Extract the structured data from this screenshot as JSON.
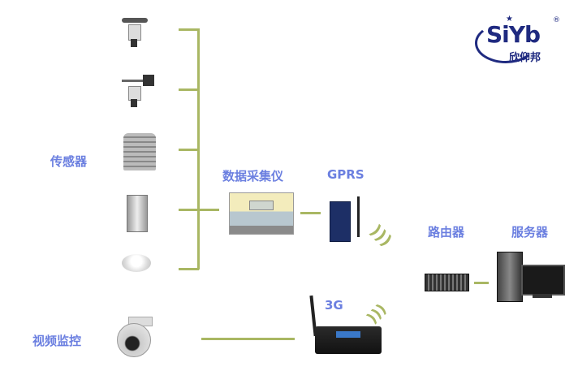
{
  "logo": {
    "text": "SiYb",
    "subtitle": "欣仰邦",
    "registered": "®"
  },
  "labels": {
    "sensors": "传感器",
    "collector": "数据采集仪",
    "gprs": "GPRS",
    "router": "路由器",
    "server": "服务器",
    "g3": "3G",
    "video": "视频监控"
  },
  "colors": {
    "label": "#6b7fe0",
    "line": "#a9b763",
    "logo": "#1f2a80"
  }
}
